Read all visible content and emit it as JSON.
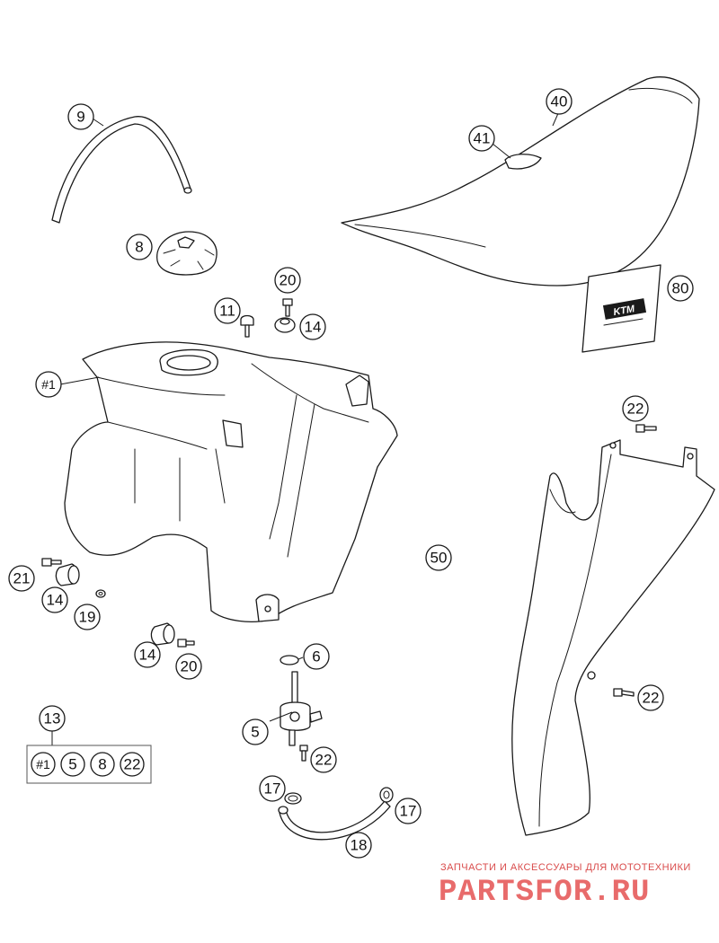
{
  "callouts": {
    "c9": "9",
    "c8": "8",
    "c40": "40",
    "c41": "41",
    "c80": "80",
    "c20a": "20",
    "c11": "11",
    "c14a": "14",
    "c1": "#1",
    "c22a": "22",
    "c50": "50",
    "c21": "21",
    "c14b": "14",
    "c19": "19",
    "c14c": "14",
    "c20b": "20",
    "c6": "6",
    "c5": "5",
    "c22b": "22",
    "c22c": "22",
    "c13": "13",
    "c17a": "17",
    "c17b": "17",
    "c18": "18"
  },
  "kit": {
    "items": [
      "#1",
      "5",
      "8",
      "22"
    ]
  },
  "decal": {
    "logo": "KTM"
  },
  "watermark": {
    "tagline": "ЗАПЧАСТИ И АКСЕССУАРЫ ДЛЯ МОТОТЕХНИКИ",
    "brand": "PARTSFOR.RU",
    "color": "#e86b6b"
  }
}
